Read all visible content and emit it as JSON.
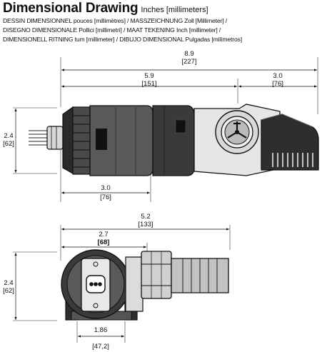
{
  "header": {
    "title": "Dimensional Drawing",
    "subtitle": "Inches [millimeters]",
    "translations": [
      "DESSIN DIMENSIONNEL pouces [millimètres] / MASSZEICHNUNG Zoll [Millimeter] /",
      "DISEGNO DIMENSIONALE Pollici [millimetri] / MAAT TEKENING Inch [millimeter] /",
      "DIMENSIONELL RITNING tum [millimeter] / DIBUJO DIMENSIONAL Pulgadas [milímetros]"
    ]
  },
  "side_view": {
    "overall_length": {
      "in": "8.9",
      "mm": "[227]"
    },
    "body_length": {
      "in": "5.9",
      "mm": "[151]"
    },
    "outlet_offset": {
      "in": "3.0",
      "mm": "[76]"
    },
    "height": {
      "in": "2.4",
      "mm": "[62]"
    },
    "rear_length": {
      "in": "3.0",
      "mm": "[76]"
    }
  },
  "end_view": {
    "overall_width": {
      "in": "5.2",
      "mm": "[133]"
    },
    "center_offset": {
      "in": "2.7",
      "mm": "[68]"
    },
    "height": {
      "in": "2.4",
      "mm": "[62]"
    },
    "base_width": {
      "in": "1.86",
      "mm": "[47,2]"
    }
  }
}
